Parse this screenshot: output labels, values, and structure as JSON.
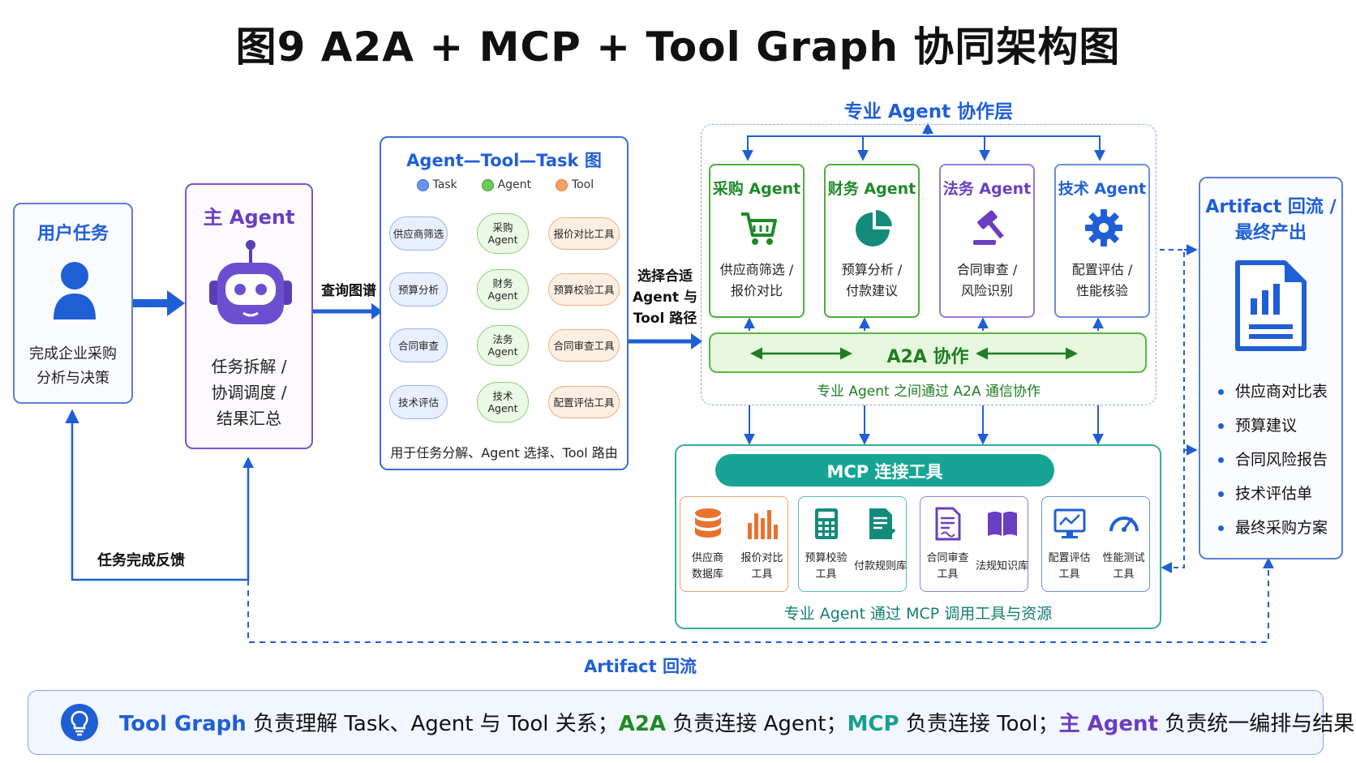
{
  "title": "图9 A2A + MCP + Tool Graph 协同架构图",
  "user_task": {
    "title": "用户任务",
    "desc_line1": "完成企业采购",
    "desc_line2": "分析与决策"
  },
  "main_agent": {
    "title": "主 Agent",
    "desc_line1": "任务拆解 /",
    "desc_line2": "协调调度 /",
    "desc_line3": "结果汇总"
  },
  "edge_labels": {
    "query_graph": "查询图谱",
    "select_line1": "选择合适",
    "select_line2": "Agent 与",
    "select_line3": "Tool 路径",
    "task_feedback": "任务完成反馈",
    "artifact_flow": "Artifact 回流"
  },
  "graph": {
    "title": "Agent—Tool—Task 图",
    "legend": {
      "task": "Task",
      "agent": "Agent",
      "tool": "Tool"
    },
    "tasks": [
      "供应商筛选",
      "预算分析",
      "合同审查",
      "技术评估"
    ],
    "agents": [
      {
        "line1": "采购",
        "line2": "Agent"
      },
      {
        "line1": "财务",
        "line2": "Agent"
      },
      {
        "line1": "法务",
        "line2": "Agent"
      },
      {
        "line1": "技术",
        "line2": "Agent"
      }
    ],
    "tools": [
      "报价对比工具",
      "预算校验工具",
      "合同审查工具",
      "配置评估工具"
    ],
    "caption": "用于任务分解、Agent 选择、Tool 路由"
  },
  "collab": {
    "title": "专业 Agent 协作层",
    "agents": [
      {
        "title": "采购 Agent",
        "desc1": "供应商筛选 /",
        "desc2": "报价对比",
        "color": "#1e8a2a",
        "icon": "cart-icon"
      },
      {
        "title": "财务 Agent",
        "desc1": "预算分析 /",
        "desc2": "付款建议",
        "color": "#1e8a2a",
        "icon": "pie-chart-icon"
      },
      {
        "title": "法务 Agent",
        "desc1": "合同审查 /",
        "desc2": "风险识别",
        "color": "#6a3ec0",
        "icon": "gavel-icon"
      },
      {
        "title": "技术 Agent",
        "desc1": "配置评估 /",
        "desc2": "性能核验",
        "color": "#1f5fd6",
        "icon": "gear-icon"
      }
    ],
    "a2a_label": "A2A 协作",
    "a2a_caption": "专业 Agent 之间通过 A2A 通信协作"
  },
  "mcp": {
    "label": "MCP 连接工具",
    "groups": [
      {
        "color": "#e98a3a",
        "tools": [
          {
            "l1": "供应商",
            "l2": "数据库",
            "icon": "database-icon"
          },
          {
            "l1": "报价对比",
            "l2": "工具",
            "icon": "bar-chart-icon"
          }
        ]
      },
      {
        "color": "#16a594",
        "tools": [
          {
            "l1": "预算校验",
            "l2": "工具",
            "icon": "calculator-icon"
          },
          {
            "l1": "付款规则库",
            "l2": "",
            "icon": "document-check-icon"
          }
        ]
      },
      {
        "color": "#7a54c8",
        "tools": [
          {
            "l1": "合同审查",
            "l2": "工具",
            "icon": "contract-icon"
          },
          {
            "l1": "法规知识库",
            "l2": "",
            "icon": "book-icon"
          }
        ]
      },
      {
        "color": "#3d6ed8",
        "tools": [
          {
            "l1": "配置评估",
            "l2": "工具",
            "icon": "monitor-icon"
          },
          {
            "l1": "性能测试",
            "l2": "工具",
            "icon": "gauge-icon"
          }
        ]
      }
    ],
    "caption": "专业 Agent 通过 MCP 调用工具与资源"
  },
  "artifact": {
    "title_line1": "Artifact 回流 /",
    "title_line2": "最终产出",
    "items": [
      "供应商对比表",
      "预算建议",
      "合同风险报告",
      "技术评估单",
      "最终采购方案"
    ]
  },
  "note": {
    "p1": "Tool Graph",
    "t1": " 负责理解 Task、Agent 与 Tool 关系；",
    "p2": "A2A",
    "t2": " 负责连接 Agent；",
    "p3": "MCP",
    "t3": " 负责连接 Tool；",
    "p4": "主 Agent",
    "t4": " 负责统一编排与结果汇总。"
  },
  "colors": {
    "blue": "#1f5fd6",
    "green": "#1e8a2a",
    "teal": "#16a594",
    "purple": "#6a3ec0",
    "orange": "#e98a3a"
  }
}
